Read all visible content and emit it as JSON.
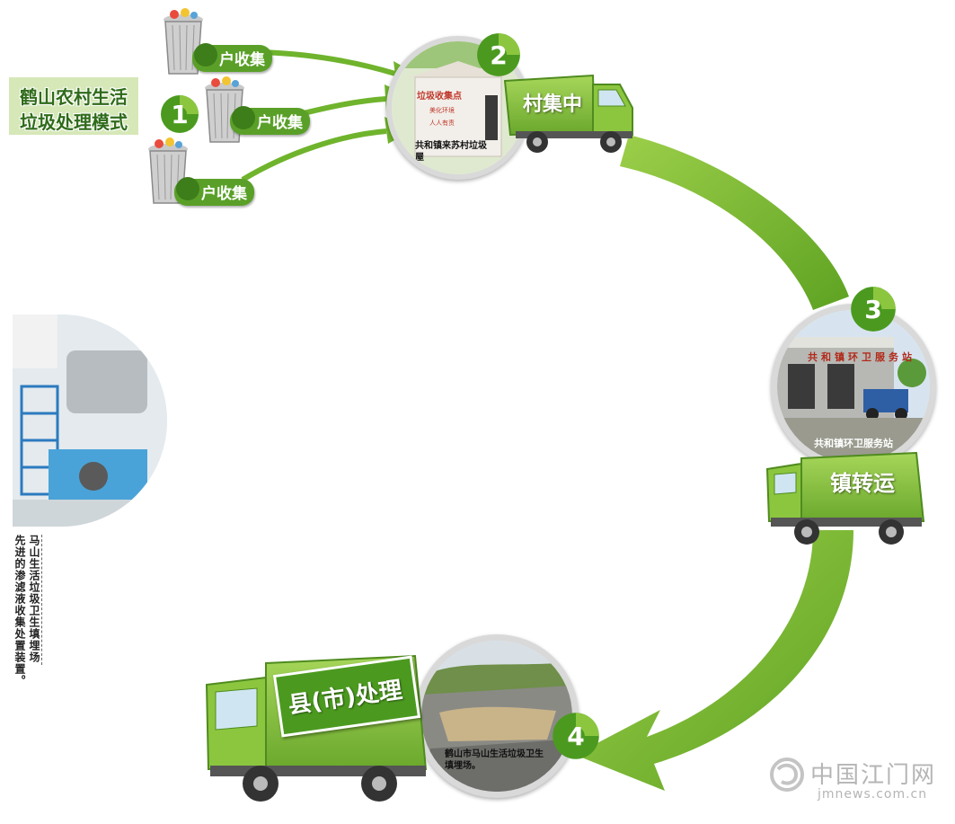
{
  "title": {
    "line1": "鹤山农村生活",
    "line2": "垃圾处理模式"
  },
  "stages": [
    {
      "number": "1",
      "label": "户收集"
    },
    {
      "number": "2",
      "label": "村集中",
      "caption": "共和镇来苏村垃圾屋",
      "sign_text": "垃圾收集点",
      "sign_line2": "美化环境",
      "sign_line3": "人人有责"
    },
    {
      "number": "3",
      "label": "镇转运",
      "caption": "共和镇环卫服务站",
      "building_sign": "共和镇环卫服务站"
    },
    {
      "number": "4",
      "label": "县(市)处理",
      "caption": "鹤山市马山生活垃圾卫生填埋场。"
    }
  ],
  "household_labels": [
    "户收集",
    "户收集",
    "户收集"
  ],
  "side_caption": {
    "col1": "马山生活垃圾卫生填埋场",
    "col2": "先进的渗滤液收集处置装置。"
  },
  "watermark": {
    "cn": "中国江门网",
    "en": "jmnews.com.cn"
  },
  "colors": {
    "accent_green": "#6fb42c",
    "dark_green": "#3d7d1a",
    "truck_green": "#8cc63f",
    "arrow_green": "#7ab833"
  }
}
